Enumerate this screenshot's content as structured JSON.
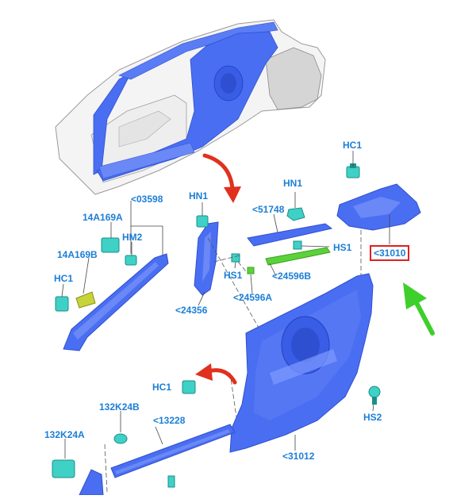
{
  "colors": {
    "panel": "#4a6ef2",
    "panel_dark": "#2e4fd0",
    "panel_light": "#7f9bff",
    "clip": "#3fd0c6",
    "clip_dark": "#1a8f8a",
    "green_part": "#5bd23b",
    "yellow_part": "#c8d33a",
    "label": "#1c7ed6",
    "red_arrow": "#e0301e",
    "green_arrow": "#3ecf2b",
    "highlight_box": "#e02020"
  },
  "labels": {
    "hc1_top": "HC1",
    "hn1_mid": "HN1",
    "hn1_left": "HN1",
    "p51748": "<51748",
    "hs1_right": "HS1",
    "p31010": "<31010",
    "p03598": "<03598",
    "p14a169a": "14A169A",
    "hm2": "HM2",
    "p14a169b": "14A169B",
    "hc1_left": "HC1",
    "hs1_left": "HS1",
    "p24596b": "<24596B",
    "p24596a": "<24596A",
    "p24356": "<24356",
    "hc1_bottom": "HC1",
    "p132k24b": "132K24B",
    "p13228": "<13228",
    "hs2": "HS2",
    "p132k24a": "132K24A",
    "p31012": "<31012"
  }
}
